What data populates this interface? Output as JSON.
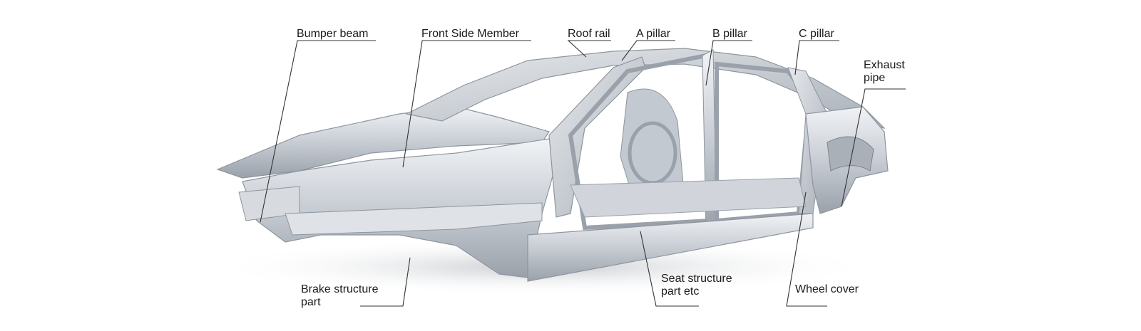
{
  "labels": {
    "bumper_beam": "Bumper beam",
    "front_side_member": "Front Side Member",
    "roof_rail": "Roof rail",
    "a_pillar": "A pillar",
    "b_pillar": "B pillar",
    "c_pillar": "C pillar",
    "exhaust_pipe": [
      "Exhaust",
      "pipe"
    ],
    "brake_structure": [
      "Brake structure",
      "part"
    ],
    "seat_structure": [
      "Seat structure",
      "part etc"
    ],
    "wheel_cover": "Wheel cover"
  },
  "colors": {
    "body_metal": "#c9ced5",
    "body_dark": "#8e959e",
    "body_light": "#eef1f4",
    "leader_line": "#333333"
  }
}
